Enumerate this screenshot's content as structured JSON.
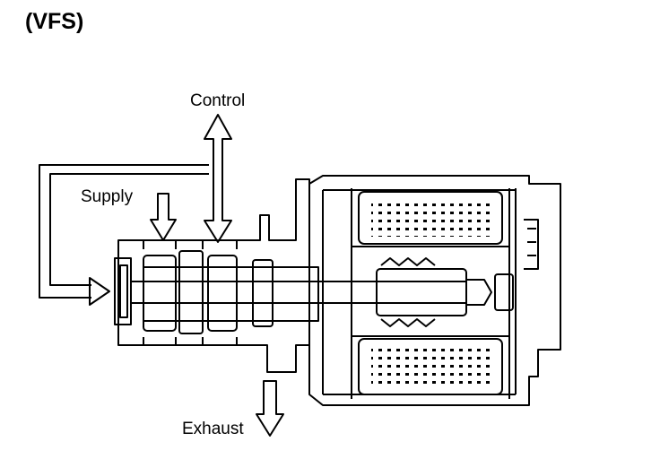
{
  "title": "(VFS)",
  "labels": {
    "control": "Control",
    "supply": "Supply",
    "exhaust": "Exhaust"
  },
  "colors": {
    "ink": "#000000",
    "background": "#ffffff"
  },
  "icons": [
    "control-arrow-icon",
    "supply-arrow-icon",
    "exhaust-arrow-icon",
    "feedback-arrow-icon"
  ]
}
